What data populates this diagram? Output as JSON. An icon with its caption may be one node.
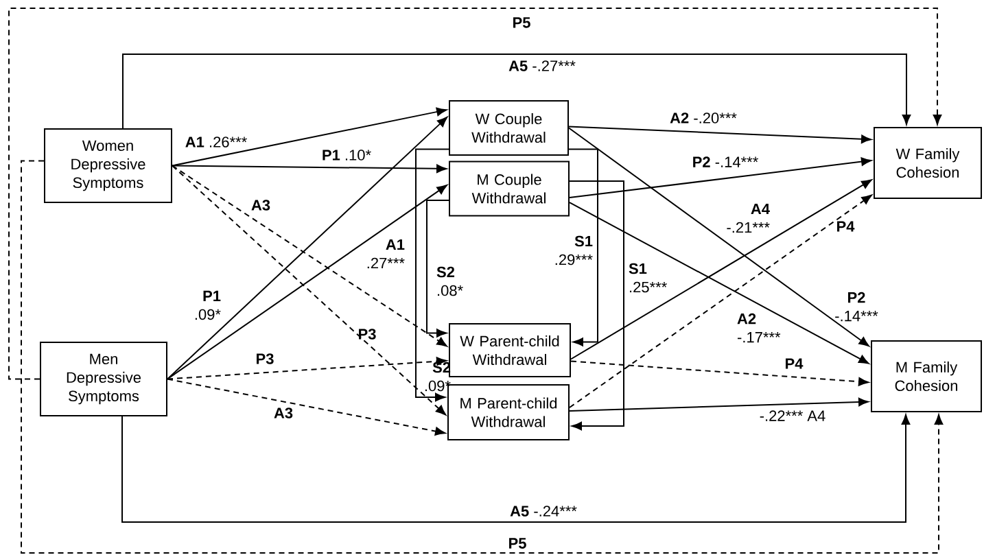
{
  "diagram": {
    "nodes": [
      {
        "text": [
          "Women Depressive Symptoms"
        ]
      },
      {
        "text": [
          "Men Depressive Symptoms"
        ]
      },
      {
        "text": [
          "W Couple Withdrawal"
        ]
      },
      {
        "text": [
          "M Couple Withdrawal"
        ]
      },
      {
        "text": [
          "W Parent-child Withdrawal"
        ]
      },
      {
        "text": [
          "M Parent-child Withdrawal"
        ]
      },
      {
        "text": [
          "W Family Cohesion"
        ]
      },
      {
        "text": [
          "M Family Cohesion"
        ]
      }
    ],
    "edges": [
      {
        "from": 0,
        "to": 2,
        "arrow": "to",
        "label": "**A1** .26***"
      },
      {
        "from": 0,
        "to": 3,
        "arrow": "to",
        "label": "**P1** .10*"
      },
      {
        "from": 1,
        "to": 2,
        "arrow": "to",
        "label": "**P1** .09*"
      },
      {
        "from": 1,
        "to": 3,
        "arrow": "to",
        "label": "**A1** .27***"
      },
      {
        "from": 0,
        "to": 4,
        "arrow": "to",
        "label": "**A3**",
        "style": "dashed"
      },
      {
        "from": 0,
        "to": 5,
        "arrow": "to",
        "label": "**P3**",
        "style": "dashed"
      },
      {
        "from": 1,
        "to": 4,
        "arrow": "to",
        "label": "**P3**",
        "style": "dashed"
      },
      {
        "from": 1,
        "to": 5,
        "arrow": "to",
        "label": "**A3**",
        "style": "dashed"
      },
      {
        "from": 2,
        "to": 4,
        "arrow": "to",
        "label": "**S1** .29***"
      },
      {
        "from": 3,
        "to": 5,
        "arrow": "to",
        "label": "**S1** .25***"
      },
      {
        "from": 3,
        "to": 4,
        "arrow": "to",
        "label": "**S2** .08*"
      },
      {
        "from": 2,
        "to": 5,
        "arrow": "to",
        "label": "**S2** .09*"
      },
      {
        "from": 2,
        "to": 6,
        "arrow": "to",
        "label": "**A2** -.20***"
      },
      {
        "from": 2,
        "to": 7,
        "arrow": "to",
        "label": "**P2** -.14***"
      },
      {
        "from": 3,
        "to": 6,
        "arrow": "to",
        "label": "**P2** -.14***"
      },
      {
        "from": 3,
        "to": 7,
        "arrow": "to",
        "label": "**A2** -.17***"
      },
      {
        "from": 4,
        "to": 6,
        "arrow": "to",
        "label": "**A4** -.21***"
      },
      {
        "from": 4,
        "to": 7,
        "arrow": "to",
        "label": "**P4**",
        "style": "dashed"
      },
      {
        "from": 5,
        "to": 6,
        "arrow": "to",
        "label": "**P4**",
        "style": "dashed"
      },
      {
        "from": 5,
        "to": 7,
        "arrow": "to",
        "label": "-.22*** A4"
      },
      {
        "from": 0,
        "to": 6,
        "arrow": "to",
        "label": "**A5** -.27***"
      },
      {
        "from": 1,
        "to": 7,
        "arrow": "to",
        "label": "**A5** -.24***"
      },
      {
        "from": 1,
        "to": 6,
        "arrow": "to",
        "label": "**P5**",
        "style": "dashed"
      },
      {
        "from": 0,
        "to": 7,
        "arrow": "to",
        "label": "**P5**",
        "style": "dashed"
      }
    ]
  }
}
